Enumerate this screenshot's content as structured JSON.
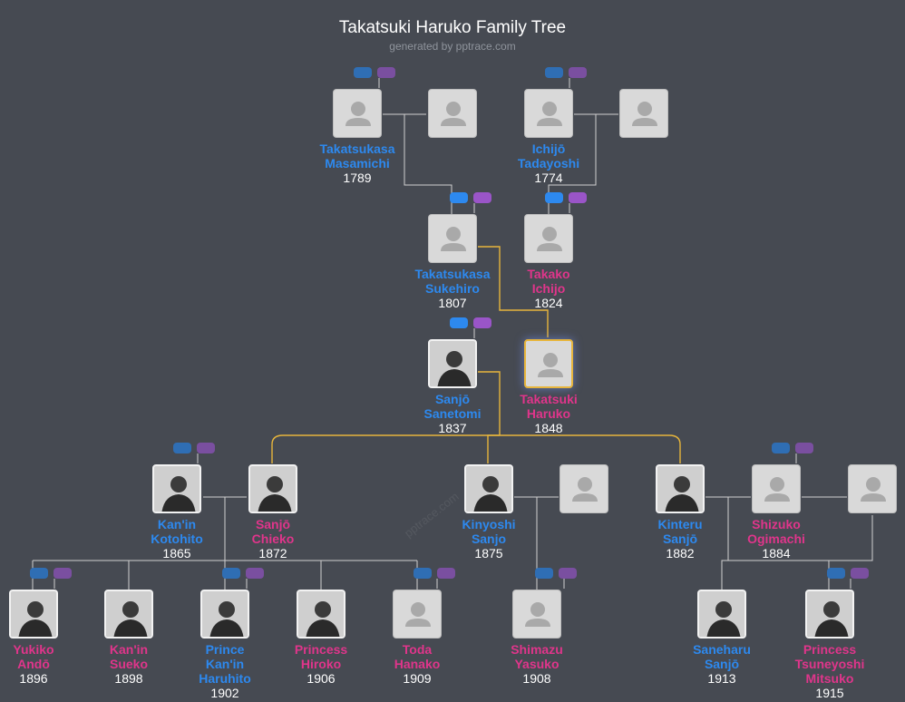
{
  "header": {
    "title": "Takatsuki Haruko Family Tree",
    "subtitle": "generated by pptrace.com"
  },
  "watermark": "pptrace.com",
  "colors": {
    "background": "#464a52",
    "male": "#2d89ef",
    "female": "#e0358b",
    "focus_border": "#e7b53c",
    "highlight_line": "#e7b53c",
    "line": "#d0d0d0"
  },
  "people": [
    {
      "id": "masamichi",
      "name": "Takatsukasa Masamichi",
      "lines": [
        "Takatsukasa",
        "Masamichi"
      ],
      "year": "1789",
      "sex": "m",
      "photo": false
    },
    {
      "id": "masamichi-spouse",
      "lines": [],
      "year": "",
      "sex": "f",
      "photo": false
    },
    {
      "id": "tadayoshi",
      "name": "Ichijō Tadayoshi",
      "lines": [
        "Ichijō",
        "Tadayoshi"
      ],
      "year": "1774",
      "sex": "m",
      "photo": false
    },
    {
      "id": "tadayoshi-spouse",
      "lines": [],
      "year": "",
      "sex": "f",
      "photo": false
    },
    {
      "id": "sukehiro",
      "name": "Takatsukasa Sukehiro",
      "lines": [
        "Takatsukasa",
        "Sukehiro"
      ],
      "year": "1807",
      "sex": "m",
      "photo": false
    },
    {
      "id": "takako",
      "name": "Takako Ichijo",
      "lines": [
        "Takako",
        "Ichijo"
      ],
      "year": "1824",
      "sex": "f",
      "photo": false
    },
    {
      "id": "sanetomi",
      "name": "Sanjō Sanetomi",
      "lines": [
        "Sanjō",
        "Sanetomi"
      ],
      "year": "1837",
      "sex": "m",
      "photo": true
    },
    {
      "id": "haruko",
      "name": "Takatsuki Haruko",
      "lines": [
        "Takatsuki",
        "Haruko"
      ],
      "year": "1848",
      "sex": "f",
      "photo": false,
      "focus": true
    },
    {
      "id": "kotohito",
      "name": "Kan'in Kotohito",
      "lines": [
        "Kan'in",
        "Kotohito"
      ],
      "year": "1865",
      "sex": "m",
      "photo": true
    },
    {
      "id": "chieko",
      "name": "Sanjō Chieko",
      "lines": [
        "Sanjō",
        "Chieko"
      ],
      "year": "1872",
      "sex": "f",
      "photo": true
    },
    {
      "id": "kinyoshi",
      "name": "Kinyoshi Sanjo",
      "lines": [
        "Kinyoshi",
        "Sanjo"
      ],
      "year": "1875",
      "sex": "m",
      "photo": true
    },
    {
      "id": "kinyoshi-spouse",
      "lines": [],
      "year": "",
      "sex": "f",
      "photo": false
    },
    {
      "id": "kinteru",
      "name": "Kinteru Sanjō",
      "lines": [
        "Kinteru",
        "Sanjō"
      ],
      "year": "1882",
      "sex": "m",
      "photo": true
    },
    {
      "id": "shizuko",
      "name": "Shizuko Ogimachi",
      "lines": [
        "Shizuko",
        "Ogimachi"
      ],
      "year": "1884",
      "sex": "f",
      "photo": false
    },
    {
      "id": "shizuko-spouse",
      "lines": [],
      "year": "",
      "sex": "m",
      "photo": false
    },
    {
      "id": "yukiko",
      "name": "Yukiko Andō",
      "lines": [
        "Yukiko",
        "Andō"
      ],
      "year": "1896",
      "sex": "f",
      "photo": true
    },
    {
      "id": "sueko",
      "name": "Kan'in Sueko",
      "lines": [
        "Kan'in",
        "Sueko"
      ],
      "year": "1898",
      "sex": "f",
      "photo": true
    },
    {
      "id": "haruhito",
      "name": "Prince Kan'in Haruhito",
      "lines": [
        "Prince",
        "Kan'in",
        "Haruhito"
      ],
      "year": "1902",
      "sex": "m",
      "photo": true
    },
    {
      "id": "hiroko",
      "name": "Princess Hiroko",
      "lines": [
        "Princess",
        "Hiroko"
      ],
      "year": "1906",
      "sex": "f",
      "photo": true
    },
    {
      "id": "hanako",
      "name": "Toda Hanako",
      "lines": [
        "Toda",
        "Hanako"
      ],
      "year": "1909",
      "sex": "f",
      "photo": false
    },
    {
      "id": "yasuko",
      "name": "Shimazu Yasuko",
      "lines": [
        "Shimazu",
        "Yasuko"
      ],
      "year": "1908",
      "sex": "f",
      "photo": false
    },
    {
      "id": "saneharu",
      "name": "Saneharu Sanjō",
      "lines": [
        "Saneharu",
        "Sanjō"
      ],
      "year": "1913",
      "sex": "m",
      "photo": true
    },
    {
      "id": "mitsuko",
      "name": "Princess Tsuneyoshi Mitsuko",
      "lines": [
        "Princess",
        "Tsuneyoshi",
        "Mitsuko"
      ],
      "year": "1915",
      "sex": "f",
      "photo": true
    }
  ]
}
